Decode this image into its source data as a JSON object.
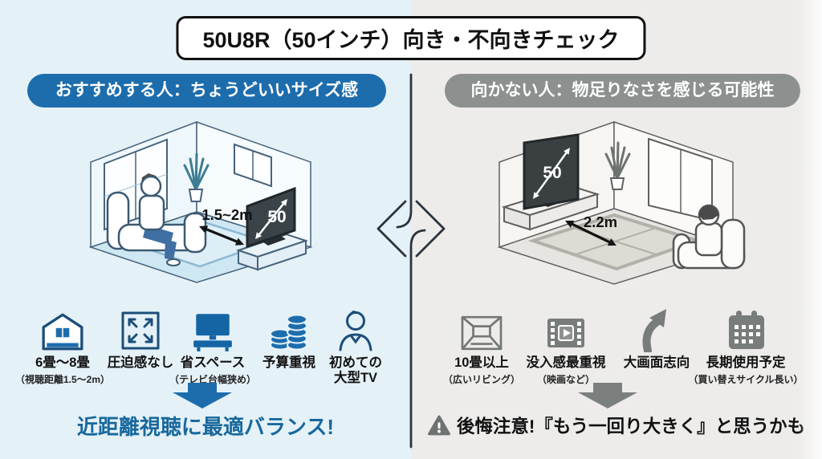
{
  "title": "50U8R（50インチ）向き・不向きチェック",
  "left": {
    "header": "おすすめする人：ちょうどいいサイズ感",
    "room": {
      "tv_size": "50",
      "distance": "1.5~2m"
    },
    "features": [
      {
        "icon": "house-icon",
        "label": "6畳〜8畳",
        "sublabel": "（視聴距離1.5～2m）"
      },
      {
        "icon": "expand-arrows-icon",
        "label": "圧迫感なし",
        "sublabel": ""
      },
      {
        "icon": "tv-stand-icon",
        "label": "省スペース",
        "sublabel": "（テレビ台幅狭め）"
      },
      {
        "icon": "coins-icon",
        "label": "予算重視",
        "sublabel": ""
      },
      {
        "icon": "person-icon",
        "label": "初めての",
        "label2": "大型TV",
        "sublabel": ""
      }
    ],
    "conclusion": "近距離視聴に最適バランス!"
  },
  "right": {
    "header": "向かない人：物足りなさを感じる可能性",
    "room": {
      "tv_size": "50",
      "distance": "2.2m"
    },
    "features": [
      {
        "icon": "room-icon",
        "label": "10畳以上",
        "sublabel": "（広いリビング）"
      },
      {
        "icon": "film-icon",
        "label": "没入感最重視",
        "sublabel": "（映画など）"
      },
      {
        "icon": "arrow-up-icon",
        "label": "大画面志向",
        "sublabel": ""
      },
      {
        "icon": "calendar-icon",
        "label": "長期使用予定",
        "sublabel": "（買い替えサイクル長い）"
      }
    ],
    "conclusion": "後悔注意!『もう一回り大きく』と思うかも"
  },
  "colors": {
    "left_bg": "#e4f1f7",
    "right_bg": "#edecea",
    "left_accent": "#1d6dad",
    "left_icon": "#1565a5",
    "left_conclusion_text": "#17689c",
    "right_accent": "#8c908e",
    "right_icon": "#7a7e7c",
    "warning": "#6e7270",
    "title_bg": "#ffffff",
    "title_border": "#111111",
    "divider_line": "#2b343d"
  }
}
